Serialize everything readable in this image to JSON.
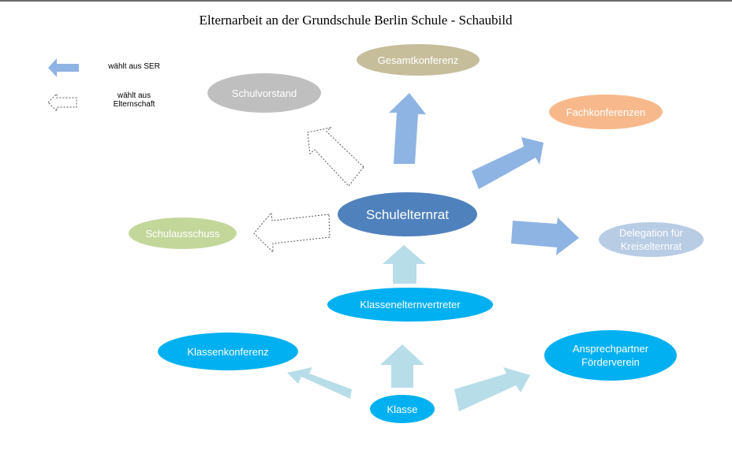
{
  "title": "Elternarbeit an der Grundschule Berlin Schule - Schaubild",
  "legend": {
    "filled": "wählt aus SER",
    "outline_line1": "wählt aus",
    "outline_line2": "Elternschaft"
  },
  "nodes": {
    "gesamtkonferenz": "Gesamtkonferenz",
    "schulvorstand": "Schulvorstand",
    "fachkonferenzen": "Fachkonferenzen",
    "schulelternrat": "Schulelternrat",
    "schulausschuss": "Schulausschuss",
    "delegation_line1": "Delegation für",
    "delegation_line2": "Kreiselternrat",
    "klassenelternvertreter": "Klassenelternvertreter",
    "klassenkonferenz": "Klassenkonferenz",
    "ansprechpartner_line1": "Ansprechpartner",
    "ansprechpartner_line2": "Förderverein",
    "klasse": "Klasse"
  },
  "colors": {
    "gesamtkonferenz": "#c6be9b",
    "schulvorstand": "#bfbfbf",
    "fachkonferenzen": "#f7b98c",
    "schulelternrat": "#4f81bd",
    "schulausschuss": "#c4d79b",
    "delegation": "#b8cce4",
    "cyan": "#00b0f0",
    "arrow_blue": "#8eb4e3",
    "arrow_light": "#b7dde8"
  }
}
